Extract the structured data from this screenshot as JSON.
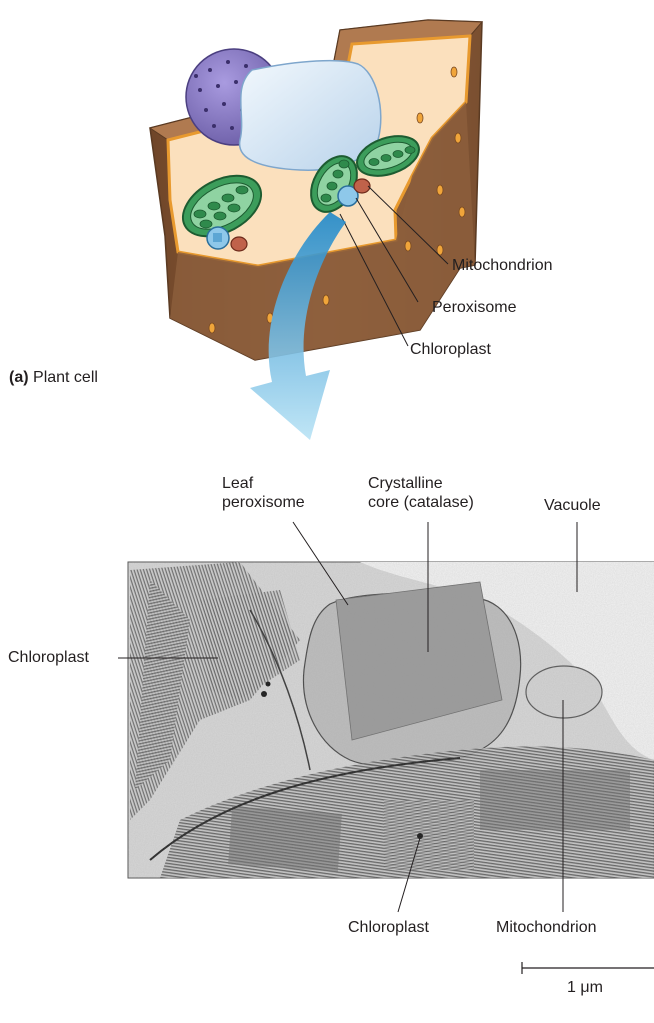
{
  "panel_a": {
    "caption_letter": "(a)",
    "caption_text": "Plant cell",
    "labels": {
      "mitochondrion": "Mitochondrion",
      "peroxisome": "Peroxisome",
      "chloroplast": "Chloroplast"
    }
  },
  "panel_b": {
    "labels": {
      "leaf_peroxisome_line1": "Leaf",
      "leaf_peroxisome_line2": "peroxisome",
      "crystalline_core_line1": "Crystalline",
      "crystalline_core_line2": "core (catalase)",
      "vacuole": "Vacuole",
      "chloroplast_left": "Chloroplast",
      "chloroplast_bottom": "Chloroplast",
      "mitochondrion": "Mitochondrion"
    },
    "scale_bar": "1 μm"
  },
  "colors": {
    "cell_wall": "#8c5e3c",
    "cytoplasm": "#fbe0bd",
    "nucleus": "#8d7fc2",
    "vacuole": "#d6e6f4",
    "chloroplast": "#3c9d5b",
    "peroxisome": "#8ec8ea",
    "mitochondrion": "#c0624a",
    "arrow": "#58b7de"
  }
}
